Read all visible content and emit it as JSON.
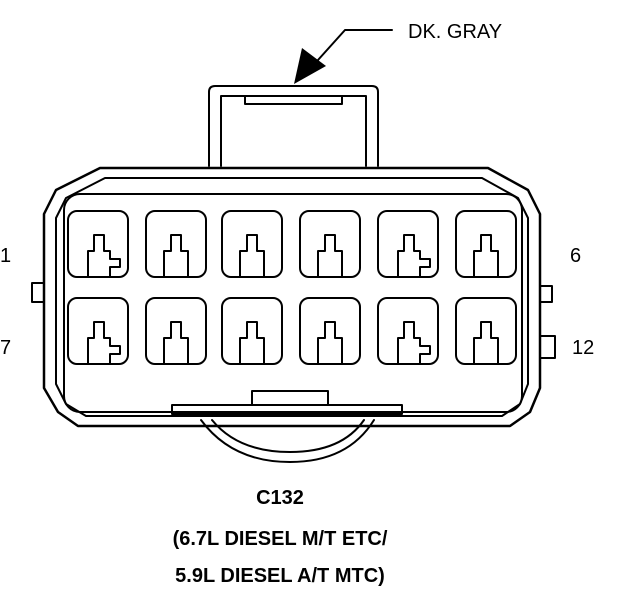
{
  "callout": {
    "text": "DK. GRAY"
  },
  "pin_labels": {
    "top_left": "1",
    "top_right": "6",
    "bottom_left": "7",
    "bottom_right": "12"
  },
  "caption": {
    "connector_id": "C132",
    "line2": "(6.7L DIESEL M/T ETC/",
    "line3": "5.9L DIESEL A/T MTC)"
  },
  "cavities": {
    "rows": 2,
    "per_row": 6,
    "styles": [
      "stepped",
      "plain",
      "plain",
      "plain",
      "stepped",
      "plain"
    ]
  },
  "colors": {
    "line": "#000000",
    "background": "#ffffff"
  }
}
